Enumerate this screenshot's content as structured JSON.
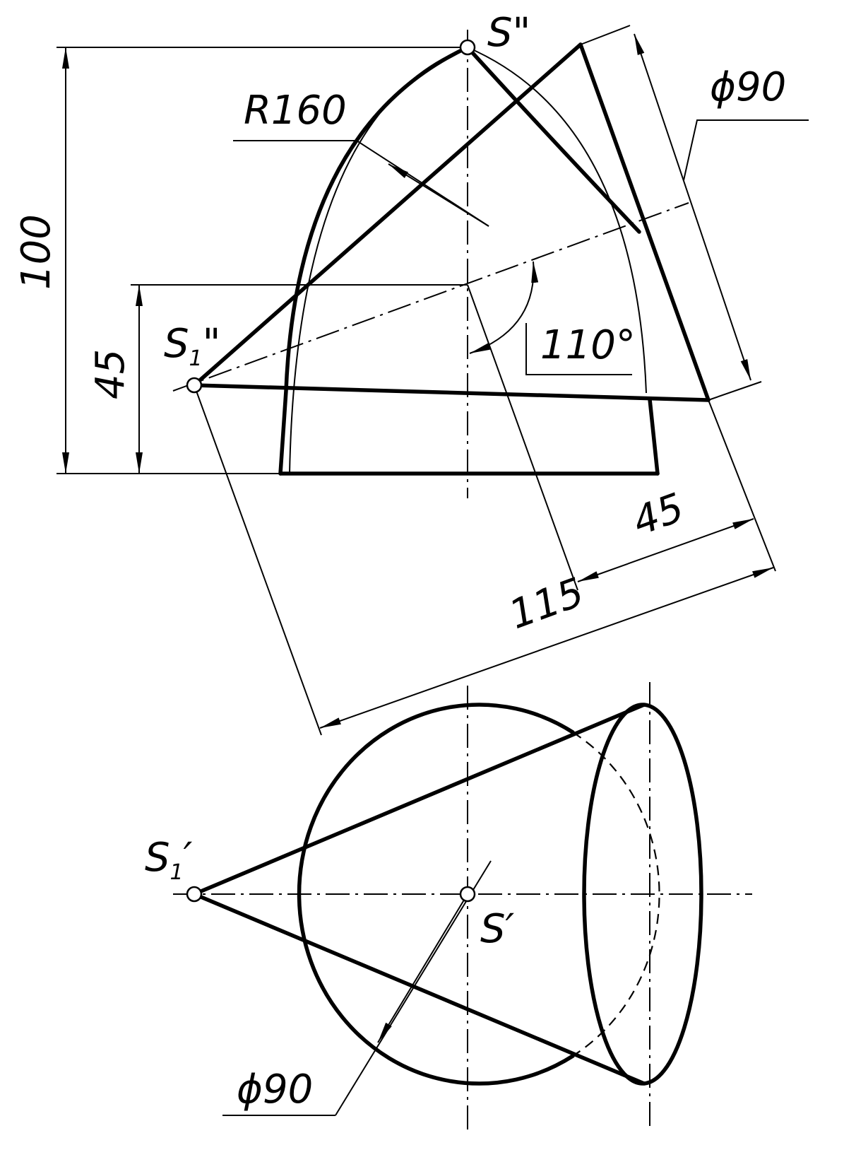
{
  "labels": {
    "s_front": "S\"",
    "s1_front_main": "S",
    "s1_front_sub": "1",
    "s1_front_prime": "\"",
    "radius": "R160",
    "diameter_top": "ϕ90",
    "dim_height": "100",
    "dim_apex": "45",
    "angle": "110°",
    "dim_cone": "45",
    "dim_length": "115",
    "s1_top_main": "S",
    "s1_top_sub": "1",
    "s1_top_prime": "′",
    "s_top": "S′",
    "diameter_bottom": "ϕ90"
  }
}
